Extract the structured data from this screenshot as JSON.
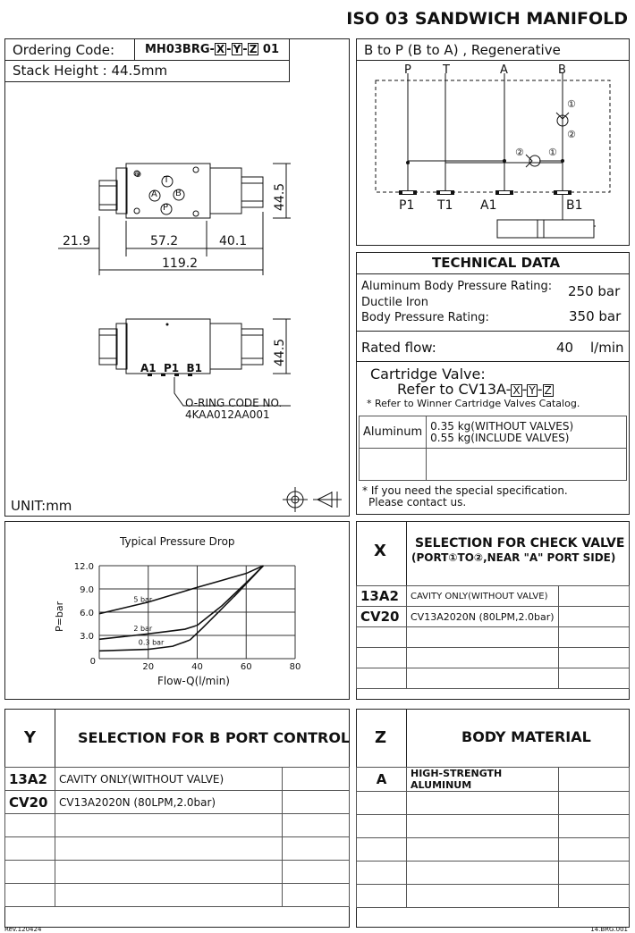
{
  "header": {
    "title": "ISO 03 SANDWICH MANIFOLD"
  },
  "ordering": {
    "label": "Ordering Code:",
    "code_prefix": "MH03BRG-",
    "x": "X",
    "y": "Y",
    "z": "Z",
    "code_suffix": "01",
    "dash": "-",
    "stack_height": "Stack Height : 44.5mm"
  },
  "dimensions": {
    "height": "44.5",
    "d1": "21.9",
    "d2": "57.2",
    "d3": "40.1",
    "total": "119.2",
    "height2": "44.5",
    "ports_bottom": "A1  P1  B1",
    "oring_label": "O-RING CODE NO.",
    "oring_code": "4KAA012AA001",
    "unit": "UNIT:mm"
  },
  "schematic": {
    "title": "B to P (B to A) , Regenerative",
    "top_ports": [
      "P",
      "T",
      "A",
      "B"
    ],
    "bottom_ports": [
      "P1",
      "T1",
      "A1",
      "B1"
    ],
    "circled": [
      "①",
      "②"
    ]
  },
  "tech": {
    "title": "TECHNICAL DATA",
    "alu_label": "Aluminum Body Pressure Rating:",
    "alu_value": "250 bar",
    "di_label1": "Ductile Iron",
    "di_label2": "Body Pressure Rating:",
    "di_value": "350 bar",
    "flow_label": "Rated flow:",
    "flow_value": "40",
    "flow_unit": "l/min",
    "cart_label": "Cartridge Valve:",
    "cart_ref": "Refer to CV13A-",
    "cart_note": "* Refer to Winner Cartridge Valves Catalog.",
    "weight_material": "Aluminum",
    "weight_1": "0.35  kg(WITHOUT VALVES)",
    "weight_2": "0.55  kg(INCLUDE VALVES)",
    "special_1": "* If you need the special specification.",
    "special_2": "Please contact us."
  },
  "chart_data": {
    "type": "line",
    "title": "Typical Pressure Drop",
    "xlabel": "Flow-Q(l/min)",
    "ylabel": "P=bar",
    "xlim": [
      0,
      80
    ],
    "ylim": [
      0,
      12
    ],
    "xticks": [
      "20",
      "40",
      "60",
      "80"
    ],
    "yticks": [
      "3.0",
      "6.0",
      "9.0",
      "12.0"
    ],
    "origin_label": "0",
    "grid": true,
    "series": [
      {
        "name": "5 bar",
        "x": [
          0,
          20,
          40,
          60,
          67
        ],
        "y": [
          5.8,
          7.3,
          9.2,
          11.0,
          12.0
        ]
      },
      {
        "name": "2 bar",
        "x": [
          0,
          20,
          35,
          40,
          50,
          60,
          67
        ],
        "y": [
          2.5,
          3.2,
          3.8,
          4.3,
          6.8,
          9.8,
          12.0
        ]
      },
      {
        "name": "0.3 bar",
        "x": [
          0,
          20,
          30,
          37,
          42,
          55,
          67
        ],
        "y": [
          1.0,
          1.2,
          1.6,
          2.4,
          3.9,
          8.0,
          12.0
        ]
      }
    ]
  },
  "x_section": {
    "letter": "X",
    "title1": "SELECTION FOR CHECK VALVE",
    "title2": "(PORT①TO②,NEAR \"A\" PORT SIDE)",
    "rows": [
      {
        "code": "13A2",
        "desc": "CAVITY ONLY(WITHOUT VALVE)"
      },
      {
        "code": "CV20",
        "desc": "CV13A2020N (80LPM,2.0bar)"
      }
    ]
  },
  "y_section": {
    "letter": "Y",
    "title": "SELECTION FOR B PORT CONTROL",
    "rows": [
      {
        "code": "13A2",
        "desc": "CAVITY ONLY(WITHOUT VALVE)"
      },
      {
        "code": "CV20",
        "desc": "CV13A2020N (80LPM,2.0bar)"
      }
    ]
  },
  "z_section": {
    "letter": "Z",
    "title": "BODY MATERIAL",
    "rows": [
      {
        "code": "A",
        "desc": "HIGH-STRENGTH ALUMINUM"
      }
    ]
  },
  "footer": {
    "left": "Rev.120424",
    "right": "14.BRG.001"
  }
}
